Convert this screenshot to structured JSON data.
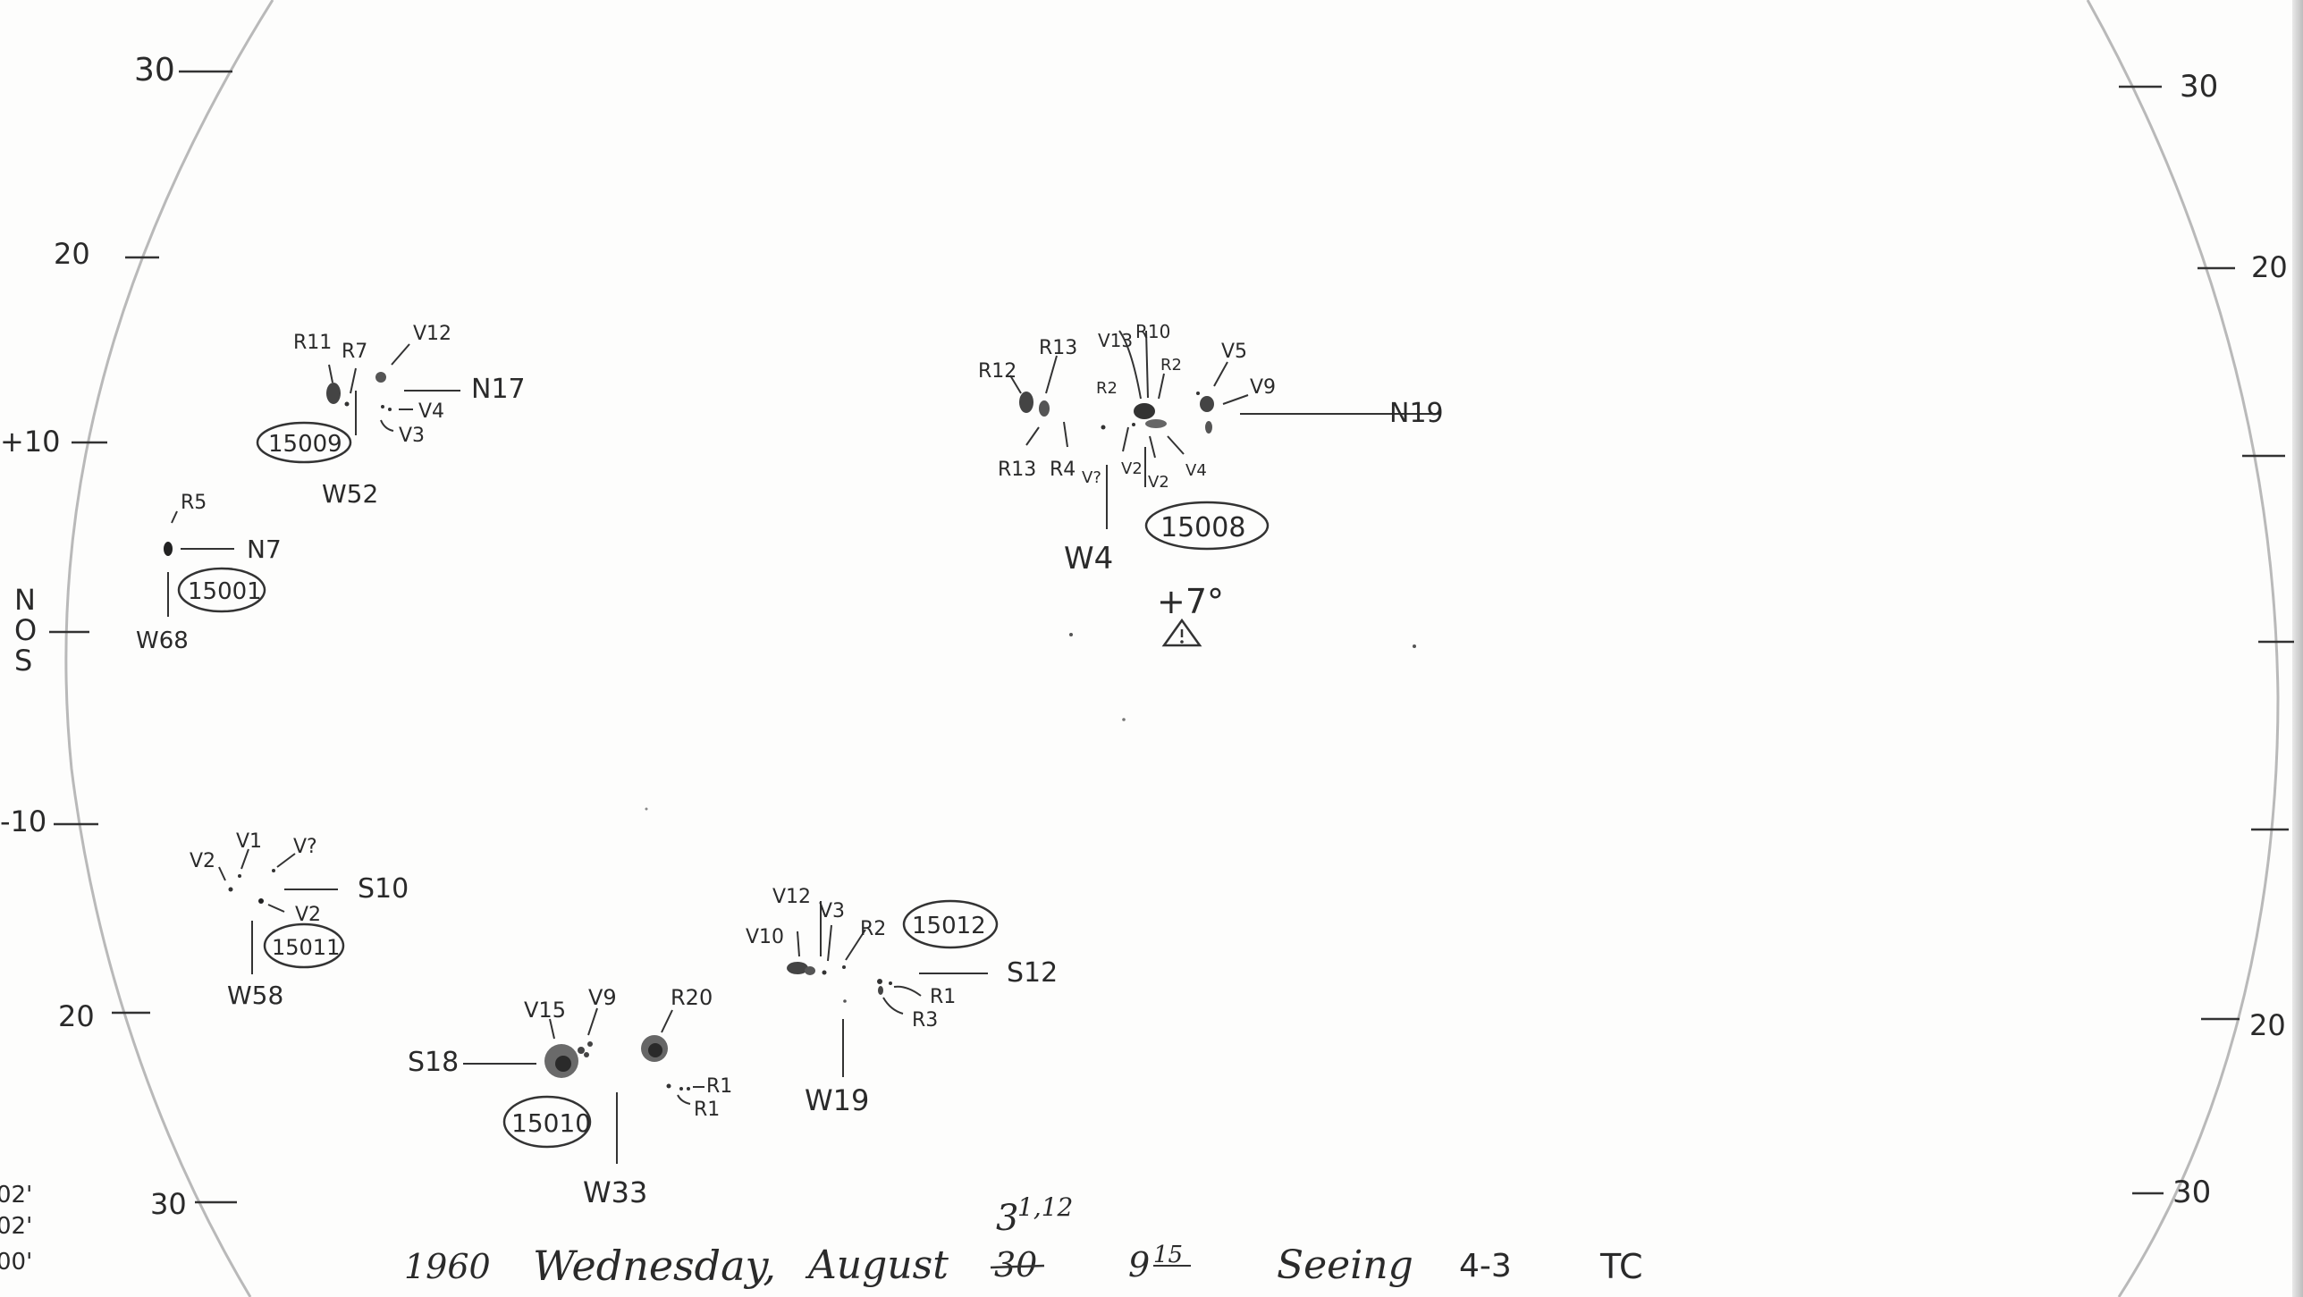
{
  "scale_left": [
    "30",
    "20",
    "+10",
    "-10",
    "20",
    "30"
  ],
  "scale_right": [
    "30",
    "20",
    "20",
    "30"
  ],
  "equator_label": [
    "N",
    "O",
    "S"
  ],
  "groups": [
    {
      "number": "15009",
      "position": "W52",
      "latitude": "N17",
      "labels": [
        "R11",
        "R7",
        "V12",
        "V4",
        "V3"
      ]
    },
    {
      "number": "15001",
      "position": "W68",
      "latitude": "N7",
      "labels": [
        "R5"
      ]
    },
    {
      "number": "15008",
      "position": "W4",
      "latitude": "N19",
      "labels": [
        "R12",
        "R13",
        "V13",
        "R10",
        "R2",
        "V5",
        "V9",
        "R2",
        "R13",
        "R4",
        "V?",
        "V2",
        "V2",
        "V4"
      ]
    },
    {
      "number": "15011",
      "position": "W58",
      "latitude": "S10",
      "labels": [
        "V2",
        "V1",
        "V?",
        "V2"
      ]
    },
    {
      "number": "15010",
      "position": "W33",
      "latitude": "S18",
      "labels": [
        "V15",
        "V9",
        "R20",
        "R1",
        "R1"
      ]
    },
    {
      "number": "15012",
      "position": "W19",
      "latitude": "S12",
      "labels": [
        "V12",
        "V10",
        "V3",
        "R2",
        "R1",
        "R3"
      ]
    }
  ],
  "annotation": {
    "angle": "+7°",
    "symbol": "⚠"
  },
  "footer": {
    "year": "1960",
    "weekday": "Wednesday,",
    "month": "August",
    "day_struck": "30",
    "day_corrected": "3",
    "day_extra": "1,12",
    "time": "9",
    "time_minutes": "15",
    "seeing_label": "Seeing",
    "seeing_value": "4-3",
    "observer": "TC"
  },
  "margin_values": [
    "02'",
    "02'",
    "00'"
  ]
}
